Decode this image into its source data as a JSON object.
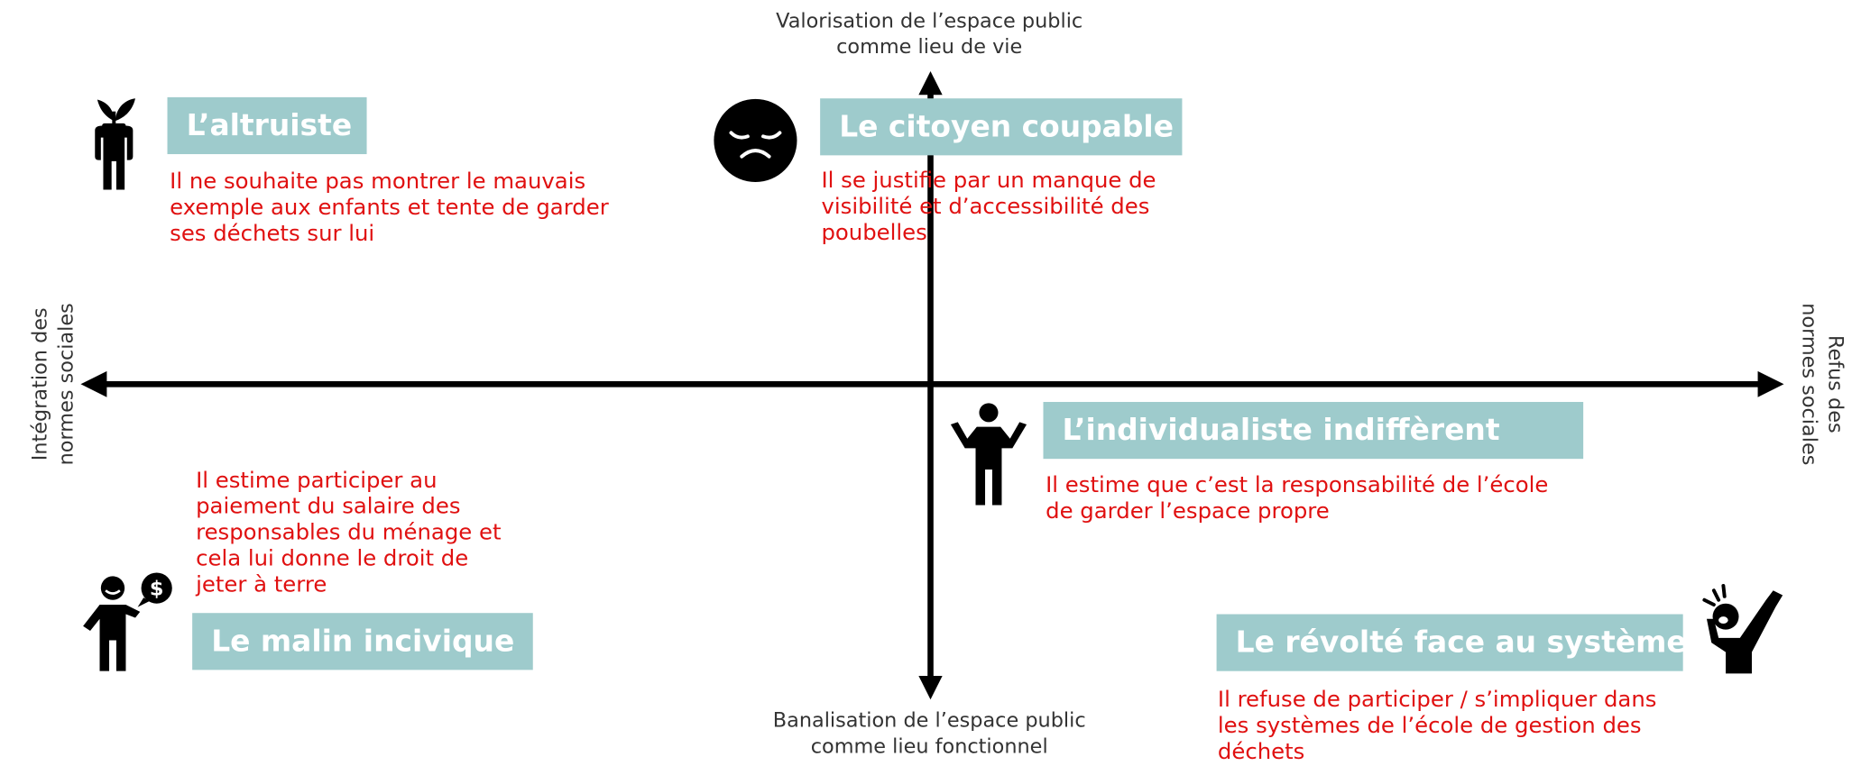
{
  "axes": {
    "top": [
      "Valorisation de l’espace public",
      "comme lieu de vie"
    ],
    "bottom": [
      "Banalisation de l’espace public",
      "comme lieu fonctionnel"
    ],
    "left": [
      "Intégration des",
      "normes sociales"
    ],
    "right": [
      "Refus des",
      "normes sociales"
    ]
  },
  "profiles": {
    "altruiste": {
      "title": "L’altruiste",
      "desc": [
        "Il ne souhaite pas montrer le mauvais",
        "exemple aux enfants et tente de garder",
        "ses déchets sur lui"
      ],
      "icon": "person-with-plant-icon"
    },
    "citoyen": {
      "title": "Le citoyen coupable",
      "desc": [
        "Il se justifie par un manque de",
        "visibilité et d’accessibilité des",
        "poubelles"
      ],
      "icon": "sad-face-icon"
    },
    "individualiste": {
      "title": "L’individualiste indiffèrent",
      "desc": [
        "Il estime que c’est la responsabilité de l’école",
        "de garder l’espace propre"
      ],
      "icon": "shrugging-person-icon"
    },
    "malin": {
      "title": "Le malin incivique",
      "desc": [
        "Il estime participer au",
        "paiement du salaire des",
        "responsables du ménage et",
        "cela lui donne le droit de",
        "jeter à terre"
      ],
      "icon": "person-money-icon"
    },
    "revolte": {
      "title": "Le révolté face au système",
      "desc": [
        "Il refuse de participer / s’impliquer dans",
        "les systèmes de l’école de gestion des",
        "déchets"
      ],
      "icon": "shouting-person-icon"
    }
  },
  "colors": {
    "title_bg": "#9ecbcc",
    "title_text": "#ffffff",
    "desc_text": "#e01010",
    "axis": "#000000",
    "axis_label": "#333333"
  }
}
